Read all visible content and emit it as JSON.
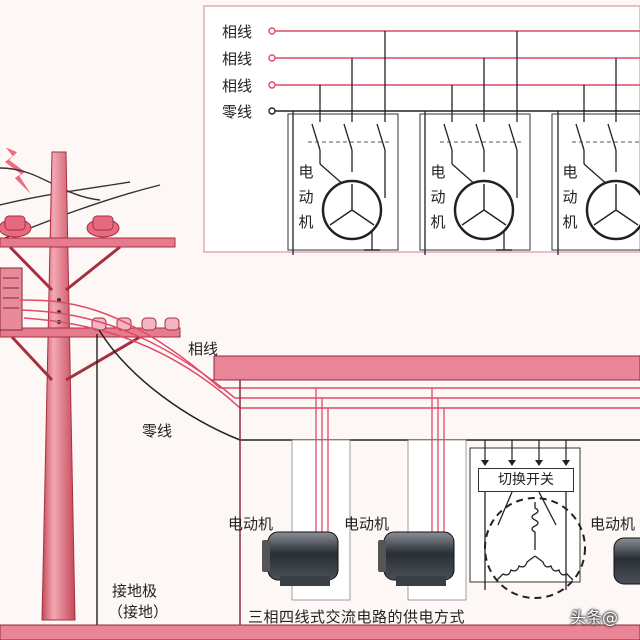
{
  "schematic": {
    "lines": [
      "相线",
      "相线",
      "相线",
      "零线"
    ],
    "motor_label": "电动机"
  },
  "pole": {
    "phase_label": "相线",
    "neutral_label": "零线",
    "ground_label_1": "接地极",
    "ground_label_2": "（接地）"
  },
  "building": {
    "motor_label": "电动机",
    "switch_label": "切换开关"
  },
  "caption": "三相四线式交流电路的供电方式",
  "watermark": "头条@"
}
